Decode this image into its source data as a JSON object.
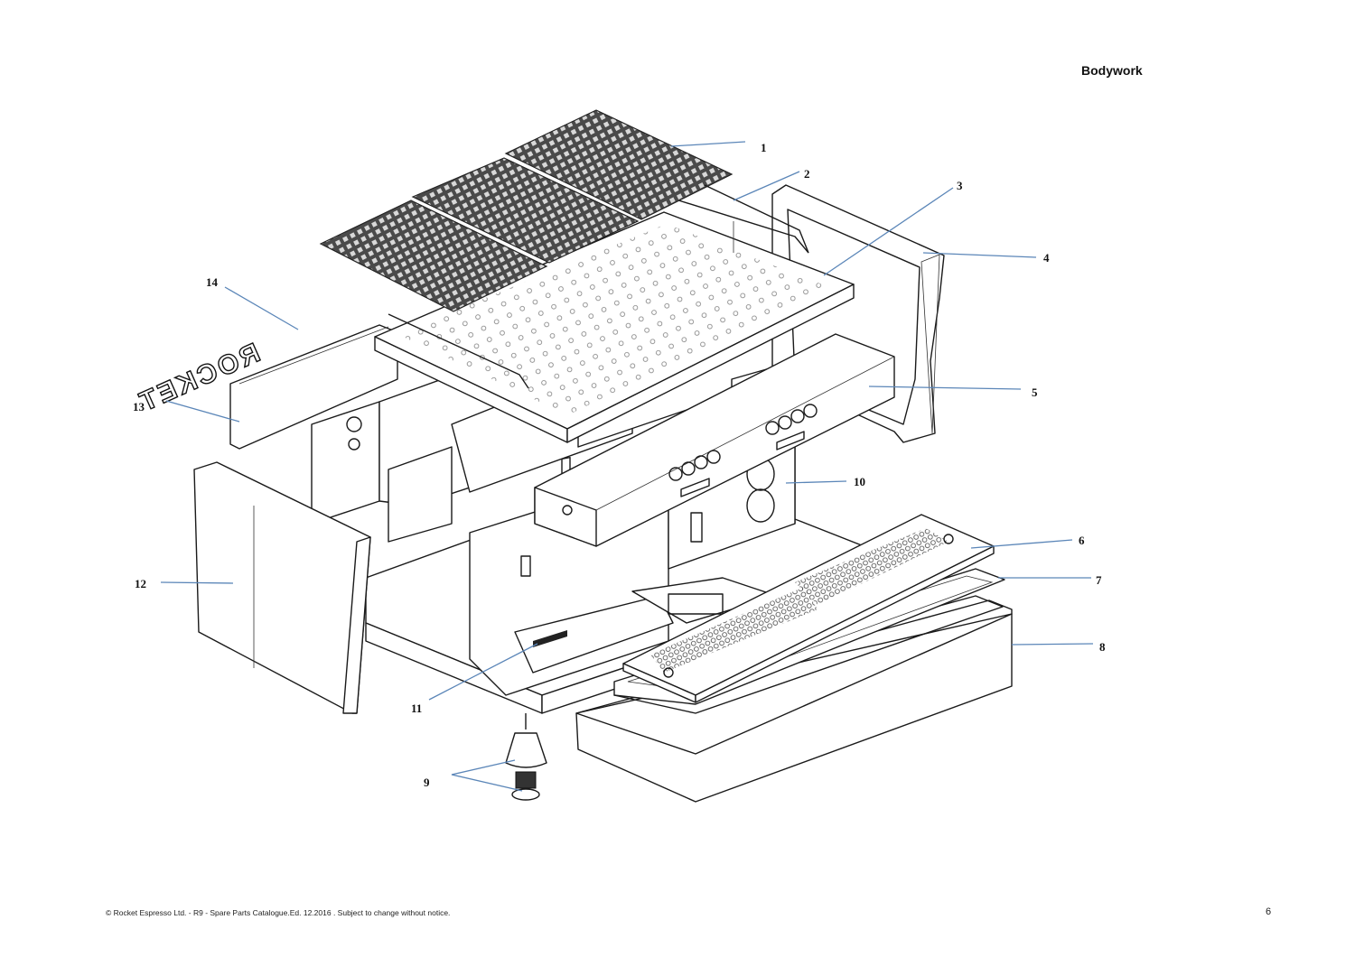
{
  "header": {
    "title": "Bodywork"
  },
  "footer": {
    "copyright": "© Rocket Espresso  Ltd. - R9 - Spare Parts Catalogue.Ed. 12.2016 . Subject to change without notice.",
    "page_number": "6"
  },
  "diagram": {
    "leader_color": "#5b86b8",
    "brand_lettering": "ROCKET",
    "callouts": [
      {
        "number": "1"
      },
      {
        "number": "2"
      },
      {
        "number": "3"
      },
      {
        "number": "4"
      },
      {
        "number": "5"
      },
      {
        "number": "6"
      },
      {
        "number": "7"
      },
      {
        "number": "8"
      },
      {
        "number": "9"
      },
      {
        "number": "10"
      },
      {
        "number": "11"
      },
      {
        "number": "12"
      },
      {
        "number": "13"
      },
      {
        "number": "14"
      }
    ]
  }
}
